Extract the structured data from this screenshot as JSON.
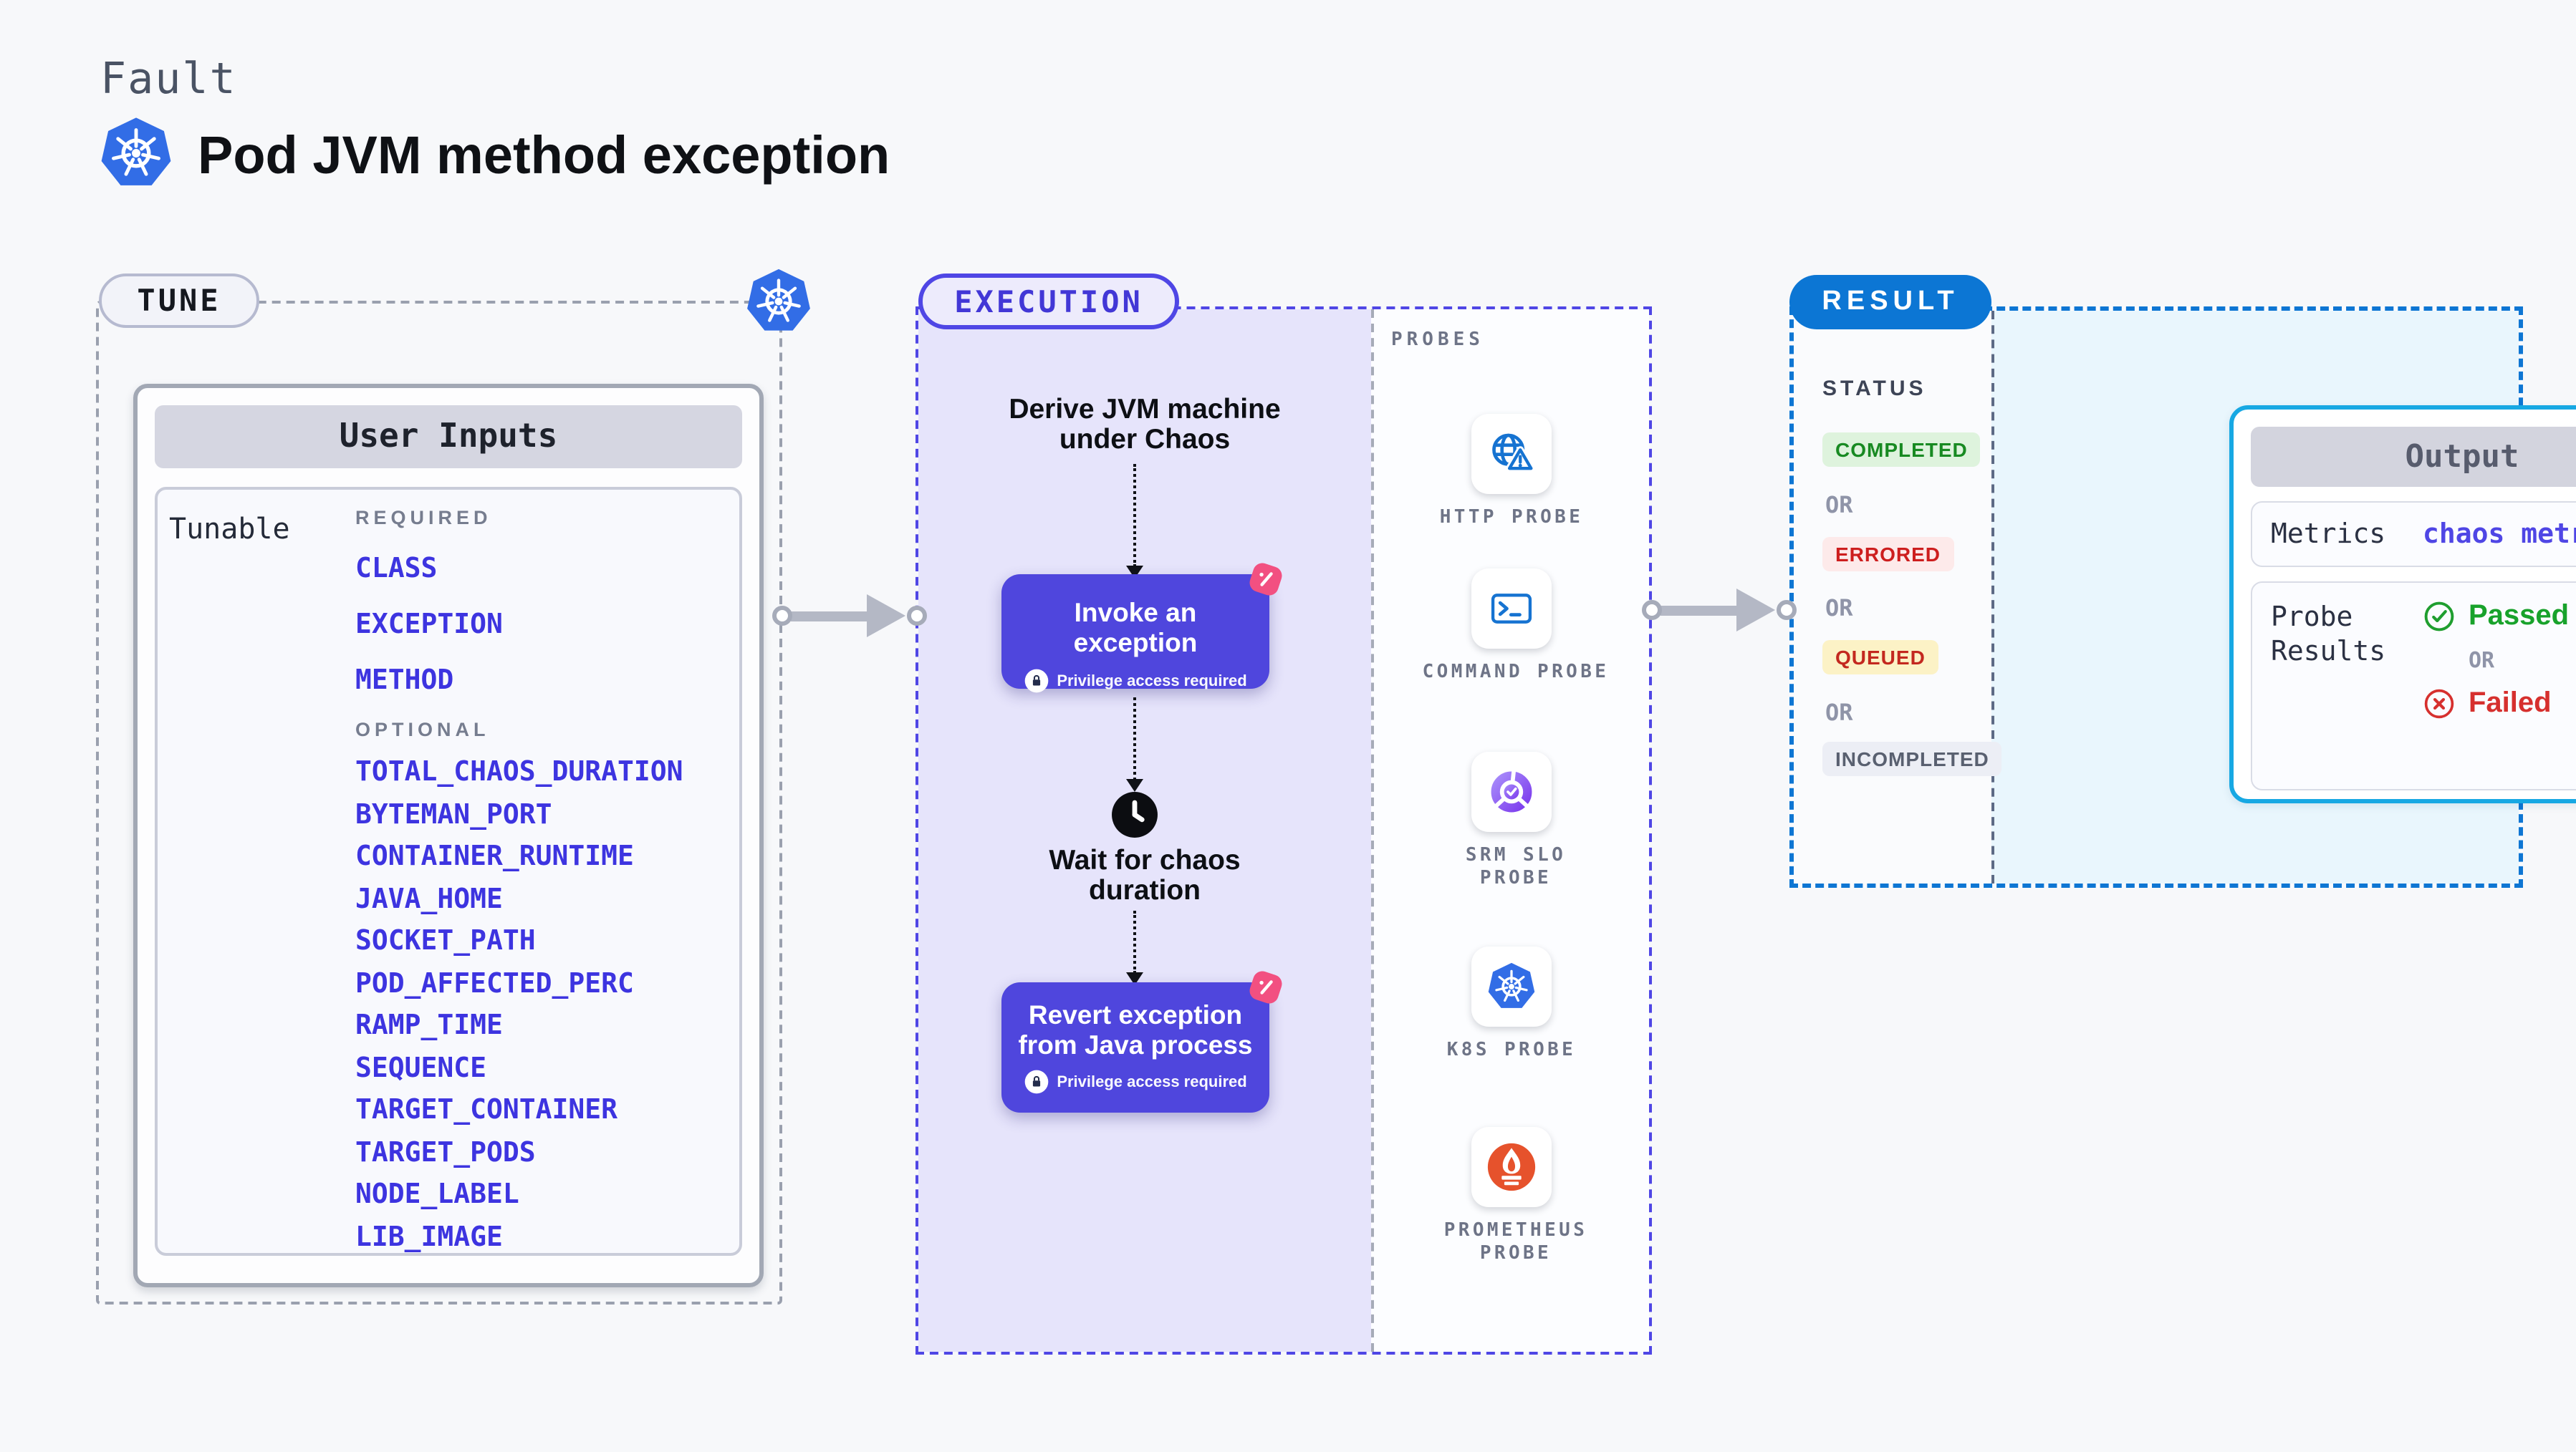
{
  "page": {
    "kind": "Fault",
    "title": "Pod JVM method exception"
  },
  "tune": {
    "badge": "TUNE",
    "card_title": "User Inputs",
    "row_label": "Tunable",
    "required_heading": "REQUIRED",
    "required_items": [
      "CLASS",
      "EXCEPTION",
      "METHOD"
    ],
    "optional_heading": "OPTIONAL",
    "optional_items": [
      "TOTAL_CHAOS_DURATION",
      "BYTEMAN_PORT",
      "CONTAINER_RUNTIME",
      "JAVA_HOME",
      "SOCKET_PATH",
      "POD_AFFECTED_PERC",
      "RAMP_TIME",
      "SEQUENCE",
      "TARGET_CONTAINER",
      "TARGET_PODS",
      "NODE_LABEL",
      "LIB_IMAGE"
    ]
  },
  "execution": {
    "badge": "EXECUTION",
    "derive_lines": [
      "Derive JVM machine",
      "under Chaos"
    ],
    "invoke_title": "Invoke an exception",
    "wait_lines": [
      "Wait for chaos",
      "duration"
    ],
    "revert_lines": [
      "Revert exception",
      "from Java process"
    ],
    "privilege_note": "Privilege access required"
  },
  "probes": {
    "heading": "PROBES",
    "items": [
      {
        "name": "HTTP PROBE",
        "icon": "globe-alert-icon"
      },
      {
        "name": "COMMAND PROBE",
        "icon": "terminal-icon"
      },
      {
        "name": "SRM SLO PROBE",
        "icon": "slo-donut-check-icon"
      },
      {
        "name": "K8S PROBE",
        "icon": "kubernetes-icon"
      },
      {
        "name": "PROMETHEUS PROBE",
        "icon": "prometheus-flame-icon"
      }
    ]
  },
  "result": {
    "badge": "RESULT",
    "status_heading": "STATUS",
    "or_label": "OR",
    "statuses": [
      {
        "label": "COMPLETED",
        "bg": "#def3dd",
        "color": "#188a22"
      },
      {
        "label": "ERRORED",
        "bg": "#fdeaea",
        "color": "#cd1e1e"
      },
      {
        "label": "QUEUED",
        "bg": "#fcf2c6",
        "color": "#c3281f"
      },
      {
        "label": "INCOMPLETED",
        "bg": "#eceef5",
        "color": "#596070"
      }
    ],
    "output": {
      "title": "Output",
      "metrics_label": "Metrics",
      "metrics_value": "chaos metrics",
      "probe_results_label": "Probe Results",
      "passed_label": "Passed",
      "failed_label": "Failed"
    }
  },
  "colors": {
    "accent_indigo": "#4f46dd",
    "execution_panel": "#e6e4fb",
    "result_blue": "#0c76d4",
    "result_panel": "#e9f6fd",
    "output_border": "#17a8e3",
    "kubernetes_blue": "#326de6",
    "probe_blue": "#1673d1",
    "prometheus_orange": "#e6522c",
    "pink_chaos": "#f25081",
    "passed_green": "#1f9e2f",
    "failed_red": "#d6302e"
  }
}
